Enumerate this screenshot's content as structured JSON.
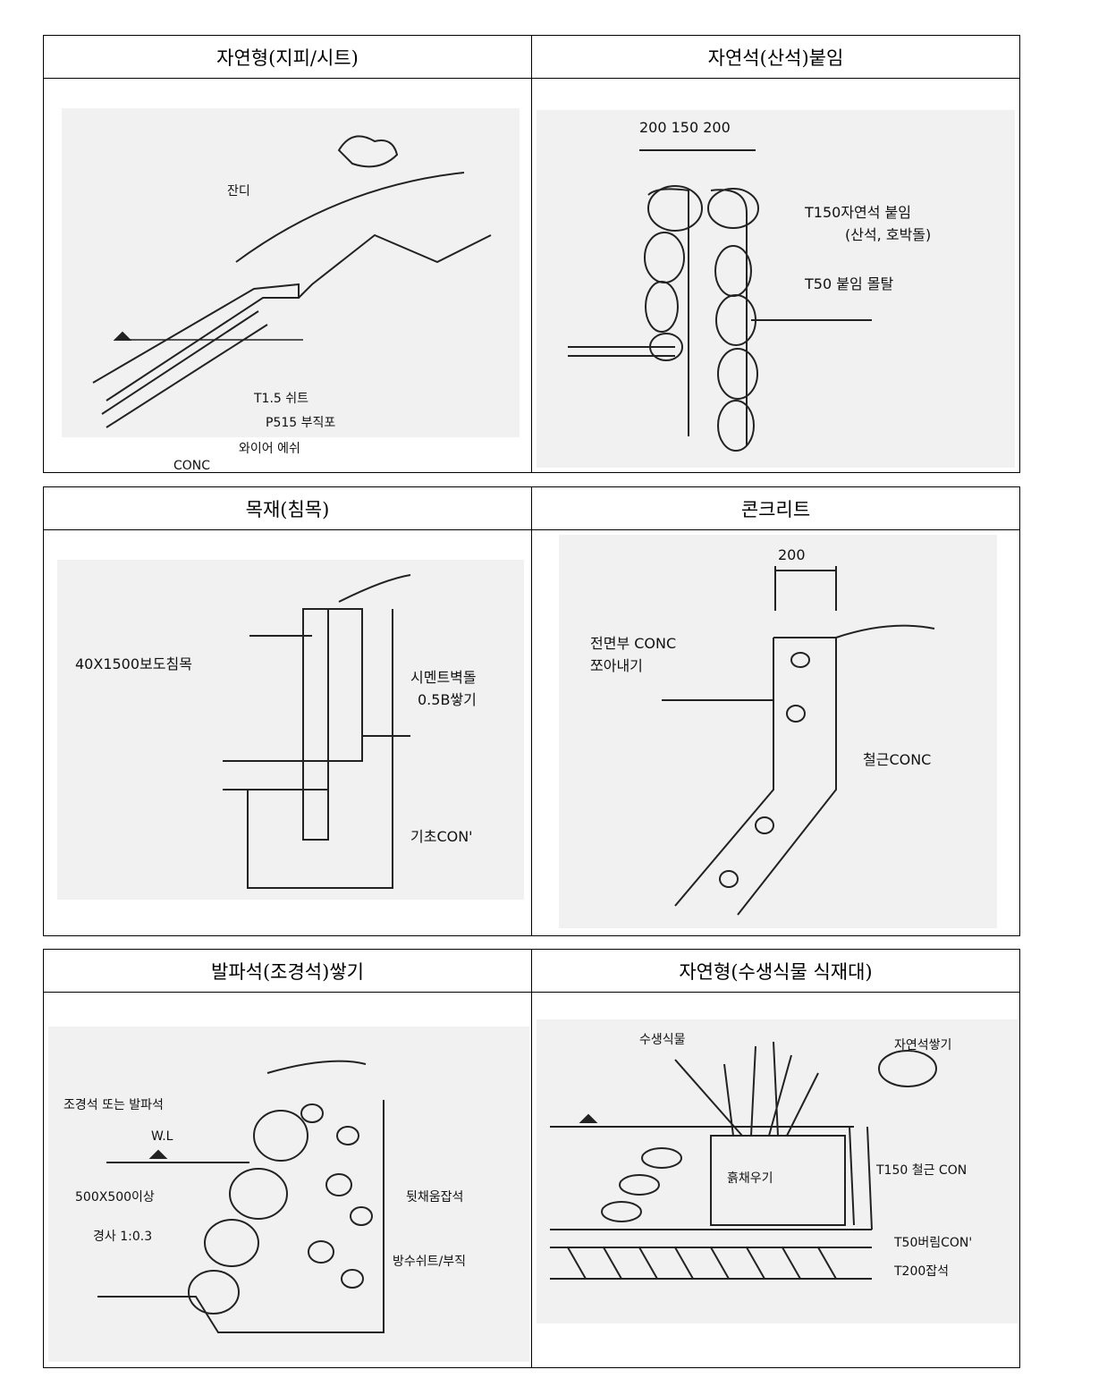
{
  "rows": [
    {
      "left": {
        "title": "자연형(지피/시트)",
        "labels": {
          "grass": "잔디",
          "sheet": "T1.5 쉬트",
          "fabric": "P515 부직포",
          "mesh": "와이어 에쉬",
          "conc": "CONC"
        }
      },
      "right": {
        "title": "자연석(산석)붙임",
        "labels": {
          "dims": "200 150 200",
          "stone": "T150자연석 붙임",
          "stone_sub": "(산석, 호박돌)",
          "mortar": "T50 붙임 몰탈"
        }
      }
    },
    {
      "left": {
        "title": "목재(침목)",
        "labels": {
          "sleeper": "40X1500보도침목",
          "brick": "시멘트벽돌",
          "brick_sub": "0.5B쌓기",
          "base": "기초CON'"
        }
      },
      "right": {
        "title": "콘크리트",
        "labels": {
          "dim": "200",
          "front": "전면부 CONC",
          "front_sub": "쪼아내기",
          "rc": "철근CONC"
        }
      }
    },
    {
      "left": {
        "title": "발파석(조경석)쌓기",
        "labels": {
          "stone": "조경석 또는 발파석",
          "wl": "W.L",
          "size": "500X500이상",
          "slope": "경사 1:0.3",
          "backfill": "뒷채움잡석",
          "sheet": "방수쉬트/부직"
        }
      },
      "right": {
        "title": "자연형(수생식물 식재대)",
        "labels": {
          "plants": "수생식물",
          "stone": "자연석쌓기",
          "soil": "흙채우기",
          "rc": "T150 철근 CON",
          "blind": "T50버림CON'",
          "gravel": "T200잡석"
        }
      }
    }
  ]
}
